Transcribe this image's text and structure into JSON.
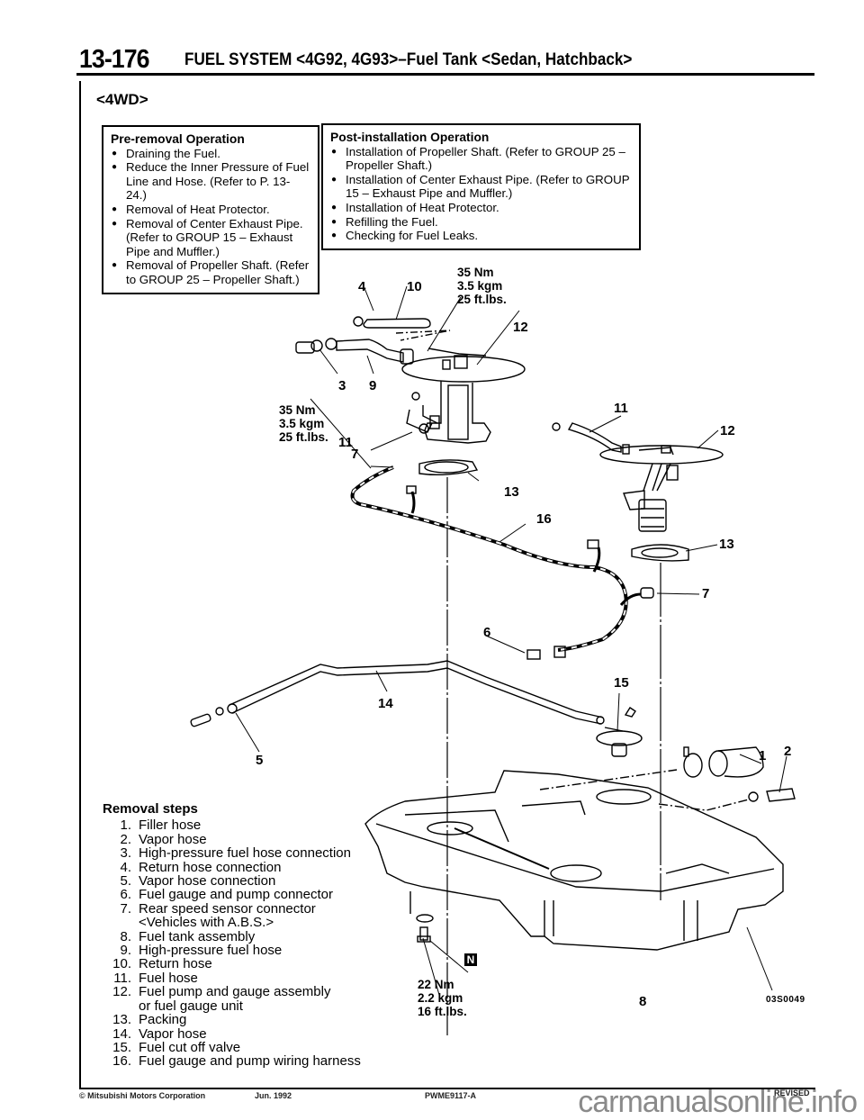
{
  "header": {
    "page_number": "13-176",
    "title": "FUEL SYSTEM <4G92, 4G93>–Fuel Tank <Sedan, Hatchback>"
  },
  "variant_label": "<4WD>",
  "pre_removal": {
    "title": "Pre-removal Operation",
    "items": [
      "Draining the Fuel.",
      "Reduce the Inner Pressure of Fuel Line and Hose. (Refer to P. 13-24.)",
      "Removal of Heat Protector.",
      "Removal of Center Exhaust Pipe. (Refer to GROUP 15 – Exhaust Pipe and Muffler.)",
      "Removal of Propeller Shaft. (Refer to GROUP 25 – Propeller Shaft.)"
    ]
  },
  "post_installation": {
    "title": "Post-installation Operation",
    "items": [
      "Installation of Propeller Shaft. (Refer to GROUP 25 – Propeller Shaft.)",
      "Installation of Center Exhaust Pipe. (Refer to GROUP 15 – Exhaust Pipe and Muffler.)",
      "Installation of Heat Protector.",
      "Refilling the Fuel.",
      "Checking for Fuel Leaks."
    ]
  },
  "torque_specs": {
    "upper_right": "35 Nm\n3.5 kgm\n25 ft.lbs.",
    "upper_left": "35 Nm\n3.5 kgm\n25 ft.lbs.",
    "bottom": "22 Nm\n2.2 kgm\n16 ft.lbs."
  },
  "callouts": {
    "c4": "4",
    "c10": "10",
    "c12a": "12",
    "c3": "3",
    "c9": "9",
    "c11a": "11",
    "c7a": "7",
    "c13a": "13",
    "c11b": "11",
    "c12b": "12",
    "c16": "16",
    "c13b": "13",
    "c7b": "7",
    "c6": "6",
    "c15": "15",
    "c14": "14",
    "c5": "5",
    "c1": "1",
    "c2": "2",
    "c8": "8"
  },
  "n_badge": "N",
  "figure_id": "03S0049",
  "removal_steps": {
    "title": "Removal steps",
    "items": [
      {
        "num": "1.",
        "label": "Filler hose"
      },
      {
        "num": "2.",
        "label": "Vapor hose"
      },
      {
        "num": "3.",
        "label": "High-pressure fuel hose connection"
      },
      {
        "num": "4.",
        "label": "Return hose connection"
      },
      {
        "num": "5.",
        "label": "Vapor hose connection"
      },
      {
        "num": "6.",
        "label": "Fuel gauge and pump connector"
      },
      {
        "num": "7.",
        "label": "Rear speed sensor connector",
        "sub": "<Vehicles with A.B.S.>"
      },
      {
        "num": "8.",
        "label": "Fuel tank assembly"
      },
      {
        "num": "9.",
        "label": "High-pressure fuel hose"
      },
      {
        "num": "10.",
        "label": "Return hose"
      },
      {
        "num": "11.",
        "label": "Fuel hose"
      },
      {
        "num": "12.",
        "label": "Fuel pump and gauge assembly",
        "sub": "or fuel gauge unit"
      },
      {
        "num": "13.",
        "label": "Packing"
      },
      {
        "num": "14.",
        "label": "Vapor hose"
      },
      {
        "num": "15.",
        "label": "Fuel cut off valve"
      },
      {
        "num": "16.",
        "label": "Fuel gauge and pump wiring harness"
      }
    ]
  },
  "footer": {
    "copyright": "© Mitsubishi Motors Corporation",
    "date": "Jun. 1992",
    "doc_code": "PWME9117-A",
    "status": "REVISED"
  },
  "watermark": "carmanualsonline.info"
}
